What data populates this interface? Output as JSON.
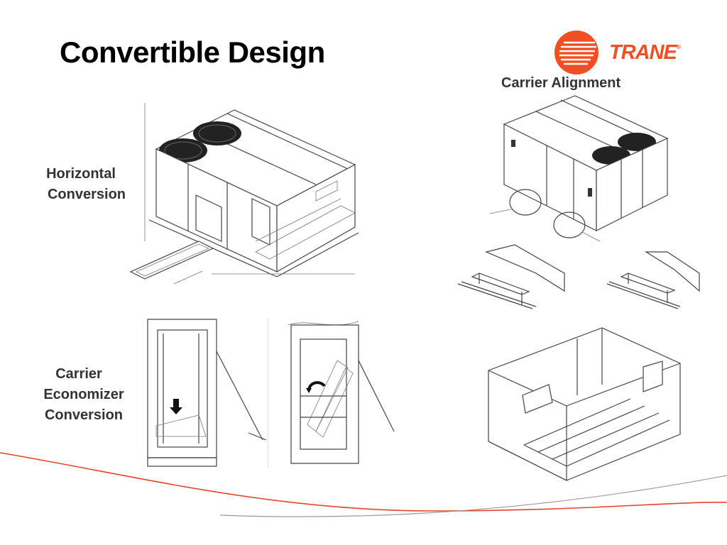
{
  "slide": {
    "title": "Convertible Design",
    "labels": {
      "carrier_alignment": "Carrier Alignment",
      "horizontal_line1": "Horizontal",
      "horizontal_line2": "Conversion",
      "carrier_econ_line1": "Carrier",
      "carrier_econ_line2": "Economizer",
      "carrier_econ_line3": "Conversion"
    }
  },
  "logo": {
    "text": "TRANE",
    "trademark": "®",
    "color": "#f04e23",
    "icon": "trane-circle-logo-icon"
  },
  "accent_curve_color": "#e8432a"
}
